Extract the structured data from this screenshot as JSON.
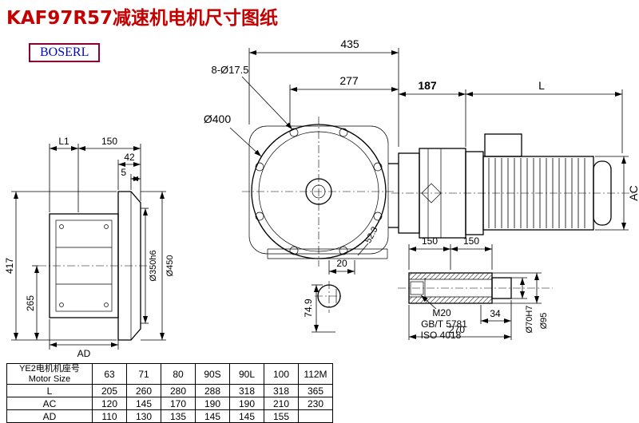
{
  "title": "KAF97R57减速机电机尺寸图纸",
  "logo": "BOSERL",
  "dims": {
    "left": {
      "l1": "L1",
      "w150": "150",
      "w42": "42",
      "w5": "5",
      "h417": "417",
      "h265": "265",
      "ad": "AD",
      "d350": "Ø350h6",
      "d450": "Ø450"
    },
    "front": {
      "total": "435",
      "bolts": "8-Ø17.5",
      "w277": "277",
      "d400": "Ø400",
      "w20": "20",
      "h749": "74.9",
      "a523": "52.3"
    },
    "motor": {
      "w187": "187",
      "l": "L",
      "ac": "AC"
    },
    "shaft": {
      "s150a": "150",
      "s150b": "150",
      "m20": "M20",
      "gbt": "GB/T 5781",
      "iso": "ISO 4018",
      "s34": "34",
      "s270": "270",
      "d70": "Ø70H7",
      "d95": "Ø95"
    }
  },
  "table": {
    "header_cn": "YE2电机机座号",
    "header_en": "Motor Size",
    "columns": [
      "63",
      "71",
      "80",
      "90S",
      "90L",
      "100",
      "112M"
    ],
    "rows": [
      {
        "label": "L",
        "values": [
          "205",
          "260",
          "280",
          "288",
          "318",
          "318",
          "365"
        ]
      },
      {
        "label": "AC",
        "values": [
          "120",
          "145",
          "170",
          "190",
          "190",
          "210",
          "230"
        ]
      },
      {
        "label": "AD",
        "values": [
          "110",
          "130",
          "135",
          "145",
          "145",
          "155",
          ""
        ]
      }
    ]
  }
}
